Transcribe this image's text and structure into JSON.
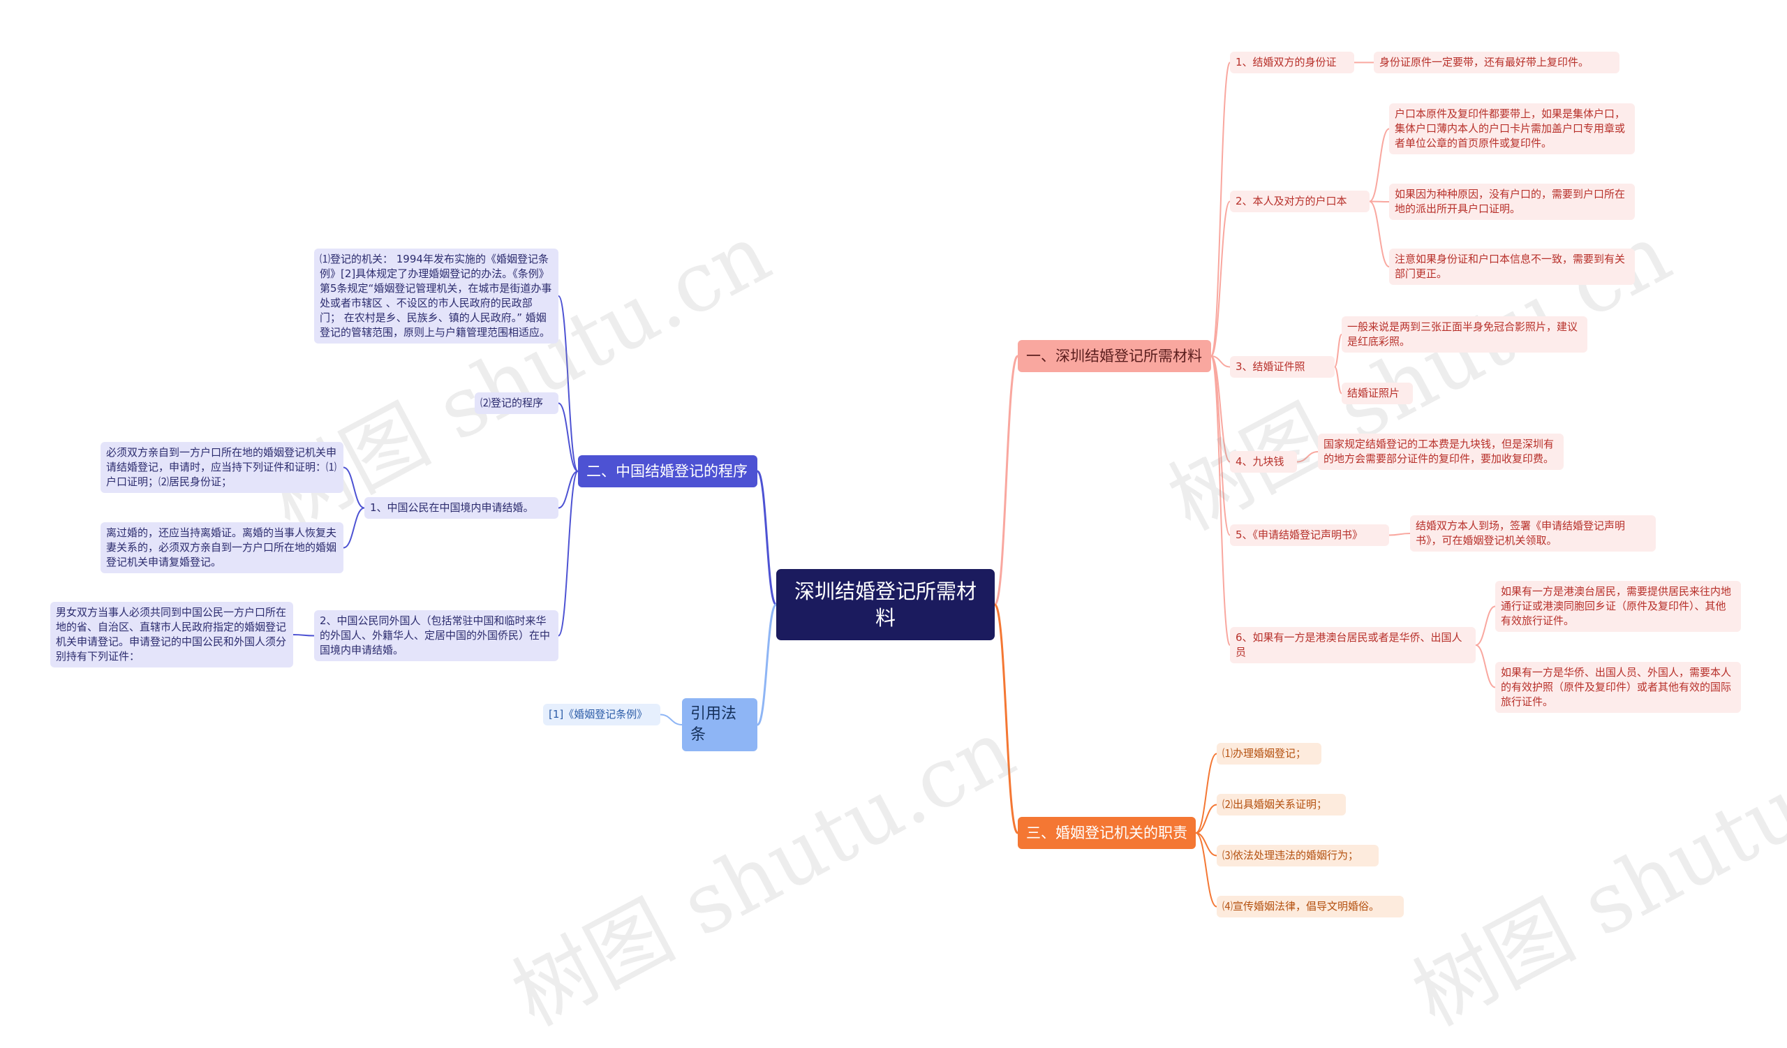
{
  "root": "深圳结婚登记所需材料",
  "branch_materials": {
    "label": "一、深圳结婚登记所需材料",
    "items": [
      {
        "label": "1、结婚双方的身份证",
        "details": [
          "身份证原件一定要带，还有最好带上复印件。"
        ]
      },
      {
        "label": "2、本人及对方的户口本",
        "details": [
          "户口本原件及复印件都要带上，如果是集体户口，集体户口薄内本人的户口卡片需加盖户口专用章或者单位公章的首页原件或复印件。",
          "如果因为种种原因，没有户口的，需要到户口所在地的派出所开具户口证明。",
          "注意如果身份证和户口本信息不一致，需要到有关部门更正。"
        ]
      },
      {
        "label": "3、结婚证件照",
        "details": [
          "一般来说是两到三张正面半身免冠合影照片，建议是红底彩照。",
          "结婚证照片"
        ]
      },
      {
        "label": "4、九块钱",
        "details": [
          "国家规定结婚登记的工本费是九块钱，但是深圳有的地方会需要部分证件的复印件，要加收复印费。"
        ]
      },
      {
        "label": "5、《申请结婚登记声明书》",
        "details": [
          "结婚双方本人到场，签署《申请结婚登记声明书》，可在婚姻登记机关领取。"
        ]
      },
      {
        "label": "6、如果有一方是港澳台居民或者是华侨、出国人员",
        "details": [
          "如果有一方是港澳台居民，需要提供居民来往内地通行证或港澳同胞回乡证（原件及复印件）、其他有效旅行证件。",
          "如果有一方是华侨、出国人员、外国人，需要本人的有效护照（原件及复印件）或者其他有效的国际旅行证件。"
        ]
      }
    ]
  },
  "branch_procedure": {
    "label": "二、中国结婚登记的程序",
    "items": [
      {
        "label": "⑴登记的机关： 1994年发布实施的《婚姻登记条例》[2]具体规定了办理婚姻登记的办法。《条例》第5条规定“婚姻登记管理机关，在城市是街道办事处或者市辖区 、不设区的市人民政府的民政部门； 在农村是乡、民族乡、镇的人民政府。” 婚姻登记的管辖范围，原则上与户籍管理范围相适应。",
        "details": []
      },
      {
        "label": "⑵登记的程序",
        "details": []
      },
      {
        "label": "1、中国公民在中国境内申请结婚。",
        "details": [
          "必须双方亲自到一方户口所在地的婚姻登记机关申请结婚登记，申请时，应当持下列证件和证明：⑴户口证明；⑵居民身份证；",
          "离过婚的，还应当持离婚证。离婚的当事人恢复夫妻关系的，必须双方亲自到一方户口所在地的婚姻登记机关申请复婚登记。"
        ]
      },
      {
        "label": "2、中国公民同外国人（包括常驻中国和临时来华的外国人、外籍华人、定居中国的外国侨民）在中国境内申请结婚。",
        "details": [
          "男女双方当事人必须共同到中国公民一方户口所在地的省、自治区、直辖市人民政府指定的婚姻登记机关申请登记。申请登记的中国公民和外国人须分别持有下列证件："
        ]
      }
    ]
  },
  "branch_duties": {
    "label": "三、婚姻登记机关的职责",
    "items": [
      "⑴办理婚姻登记；",
      "⑵出具婚姻关系证明；",
      "⑶依法处理违法的婚姻行为；",
      "⑷宣传婚姻法律，倡导文明婚俗。"
    ]
  },
  "branch_law": {
    "label": "引用法条",
    "items": [
      "[1]《婚姻登记条例》"
    ]
  },
  "watermark": "树图 shutu.cn",
  "colors": {
    "root": "#1b1b5e",
    "materials": "#f9a79f",
    "procedure": "#4d52d3",
    "duties": "#f47733",
    "law": "#8eb5f5"
  }
}
